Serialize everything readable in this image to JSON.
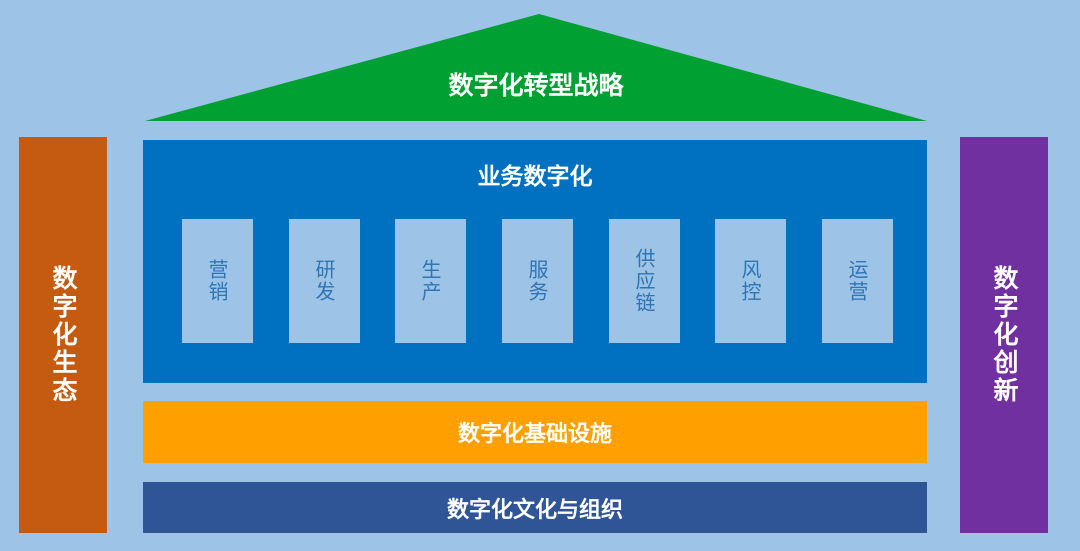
{
  "colors": {
    "background": "#9dc3e6",
    "roof": "#00a032",
    "business": "#0070c0",
    "module_box": "#9dc3e6",
    "module_text": "#2e75b6",
    "infrastructure": "#ffa000",
    "culture": "#2f5597",
    "ecosystem": "#c55a11",
    "innovation": "#7030a0"
  },
  "roof": {
    "label": "数字化转型战略"
  },
  "business": {
    "title": "业务数字化",
    "modules": [
      "营销",
      "研发",
      "生产",
      "服务",
      "供应链",
      "风控",
      "运营"
    ]
  },
  "infrastructure": {
    "label": "数字化基础设施"
  },
  "culture": {
    "label": "数字化文化与组织"
  },
  "left_pillar": {
    "label": "数字化生态"
  },
  "right_pillar": {
    "label": "数字化创新"
  }
}
